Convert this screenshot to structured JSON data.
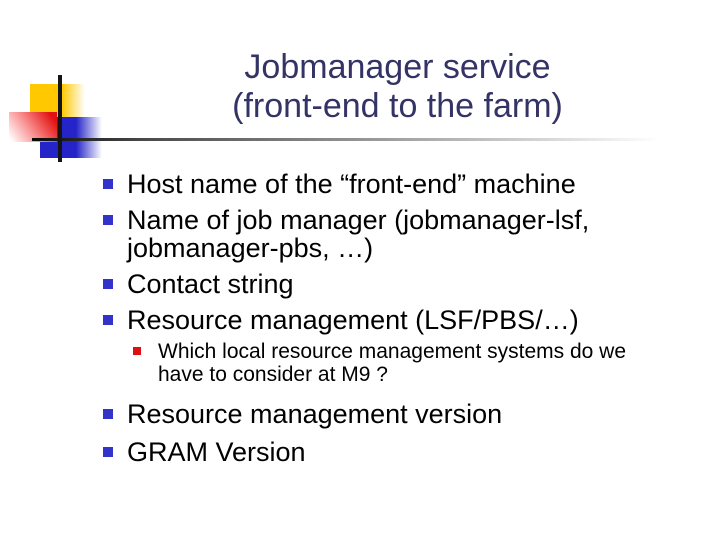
{
  "slide": {
    "title": {
      "line1": "Jobmanager service",
      "line2": "(front-end to the farm)"
    },
    "bullets": [
      {
        "level": 1,
        "text": "Host name of the “front-end” machine"
      },
      {
        "level": 1,
        "text": "Name of job manager (jobmanager-lsf, jobmanager-pbs, …)"
      },
      {
        "level": 1,
        "text": "Contact string"
      },
      {
        "level": 1,
        "text": "Resource management (LSF/PBS/…)"
      },
      {
        "level": 2,
        "text": "Which local resource management systems do we have to consider at M9 ?"
      },
      {
        "level": 1,
        "text": "Resource management version"
      },
      {
        "level": 1,
        "text": "GRAM Version"
      }
    ],
    "colors": {
      "title_text": "#333366",
      "body_text": "#000000",
      "bullet_level1": "#3333CC",
      "bullet_level2": "#DD1111",
      "deco_yellow": "#FFC800",
      "deco_red": "#E31212",
      "deco_blue": "#2424C8"
    }
  }
}
